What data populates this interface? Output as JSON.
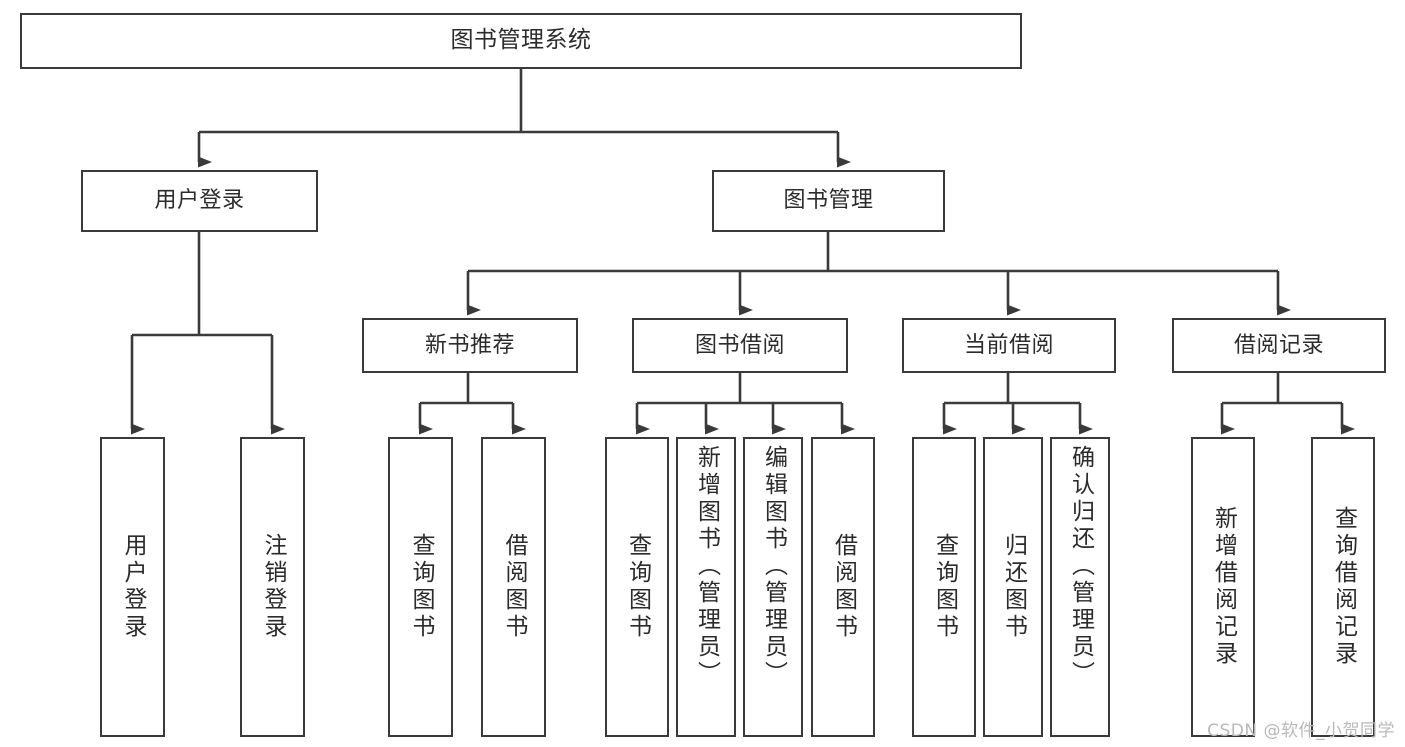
{
  "diagram": {
    "title": "图书管理系统",
    "type": "tree",
    "watermark": "CSDN @软件_小贺同学",
    "colors": {
      "line": "#3a3a3a",
      "box_border": "#3a3a3a",
      "box_fill": "#ffffff",
      "text": "#2b2b2b",
      "watermark": "#b9b9b9",
      "background": "#ffffff"
    },
    "nodes": {
      "root": {
        "label": "图书管理系统",
        "level": 0,
        "orientation": "horizontal"
      },
      "l1": [
        {
          "id": "user-login",
          "label": "用户登录",
          "level": 1,
          "orientation": "horizontal"
        },
        {
          "id": "book-manage",
          "label": "图书管理",
          "level": 1,
          "orientation": "horizontal"
        }
      ],
      "l2": [
        {
          "id": "new-book-recommend",
          "label": "新书推荐",
          "level": 2,
          "orientation": "horizontal",
          "parent": "book-manage"
        },
        {
          "id": "book-borrow",
          "label": "图书借阅",
          "level": 2,
          "orientation": "horizontal",
          "parent": "book-manage"
        },
        {
          "id": "current-borrow",
          "label": "当前借阅",
          "level": 2,
          "orientation": "horizontal",
          "parent": "book-manage"
        },
        {
          "id": "borrow-record",
          "label": "借阅记录",
          "level": 2,
          "orientation": "horizontal",
          "parent": "book-manage"
        }
      ],
      "leaves": [
        {
          "id": "leaf-user-login",
          "label": "用户登录",
          "parent": "user-login",
          "orientation": "vertical"
        },
        {
          "id": "leaf-logout-login",
          "label": "注销登录",
          "parent": "user-login",
          "orientation": "vertical"
        },
        {
          "id": "leaf-query-book-1",
          "label": "查询图书",
          "parent": "new-book-recommend",
          "orientation": "vertical"
        },
        {
          "id": "leaf-borrow-book-1",
          "label": "借阅图书",
          "parent": "new-book-recommend",
          "orientation": "vertical"
        },
        {
          "id": "leaf-query-book-2",
          "label": "查询图书",
          "parent": "book-borrow",
          "orientation": "vertical"
        },
        {
          "id": "leaf-add-book",
          "label": "新增图书（管理员）",
          "parent": "book-borrow",
          "orientation": "vertical"
        },
        {
          "id": "leaf-edit-book",
          "label": "编辑图书（管理员）",
          "parent": "book-borrow",
          "orientation": "vertical"
        },
        {
          "id": "leaf-borrow-book-2",
          "label": "借阅图书",
          "parent": "book-borrow",
          "orientation": "vertical"
        },
        {
          "id": "leaf-query-book-3",
          "label": "查询图书",
          "parent": "current-borrow",
          "orientation": "vertical"
        },
        {
          "id": "leaf-return-book",
          "label": "归还图书",
          "parent": "current-borrow",
          "orientation": "vertical"
        },
        {
          "id": "leaf-confirm-return",
          "label": "确认归还（管理员）",
          "parent": "current-borrow",
          "orientation": "vertical"
        },
        {
          "id": "leaf-add-record",
          "label": "新增借阅记录",
          "parent": "borrow-record",
          "orientation": "vertical"
        },
        {
          "id": "leaf-query-record",
          "label": "查询借阅记录",
          "parent": "borrow-record",
          "orientation": "vertical"
        }
      ]
    }
  }
}
